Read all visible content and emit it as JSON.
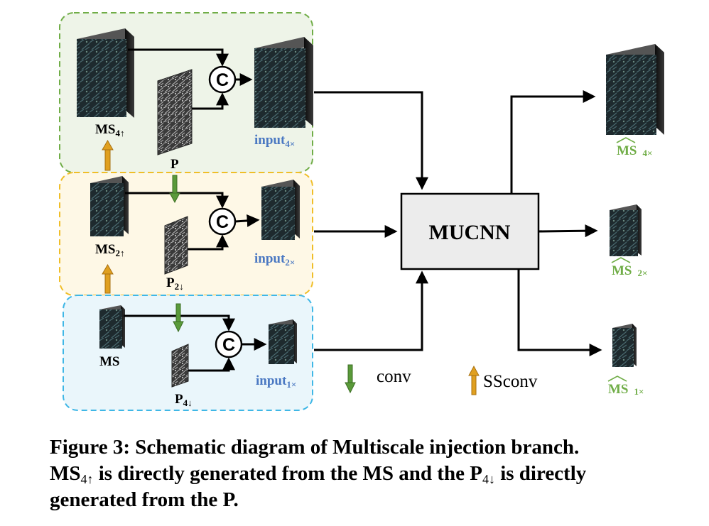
{
  "diagram": {
    "core_block": "MUCNN",
    "concat_symbol": "C",
    "inputs": {
      "ms4": {
        "main": "MS",
        "sub": "4↑"
      },
      "p": {
        "main": "P"
      },
      "input4": {
        "main": "input",
        "sub": "4×"
      },
      "ms2": {
        "main": "MS",
        "sub": "2↑"
      },
      "p2": {
        "main": "P",
        "sub": "2↓"
      },
      "input2": {
        "main": "input",
        "sub": "2×"
      },
      "ms": {
        "main": "MS"
      },
      "p4": {
        "main": "P",
        "sub": "4↓"
      },
      "input1": {
        "main": "input",
        "sub": "1×"
      }
    },
    "outputs": {
      "out4": {
        "main": "MS",
        "sub": "4×"
      },
      "out2": {
        "main": "MS",
        "sub": "2×"
      },
      "out1": {
        "main": "MS",
        "sub": "1×"
      }
    },
    "legend": {
      "conv": "conv",
      "ssconv": "SSconv"
    },
    "colors": {
      "branch4_fill": "#eef4e8",
      "branch4_border": "#70ad47",
      "branch2_fill": "#fef8e6",
      "branch2_border": "#f0be28",
      "branch1_fill": "#eaf6fb",
      "branch1_border": "#3fb7e6",
      "core_fill": "#ececec",
      "conv_arrow": "#5a9a3a",
      "ssconv_arrow": "#e0a020",
      "input_label": "#4a78c2",
      "output_label": "#70ad47"
    }
  },
  "caption": {
    "figure_label": "Figure 3:",
    "title": "Schematic diagram of Multiscale injection branch.",
    "line2_a": "MS",
    "line2_sub_a": "4↑",
    "line2_b": " is directly generated from the MS and the ",
    "line2_c": "P",
    "line2_sub_c": "4↓",
    "line2_d": " is directly",
    "line3": "generated from the P."
  }
}
